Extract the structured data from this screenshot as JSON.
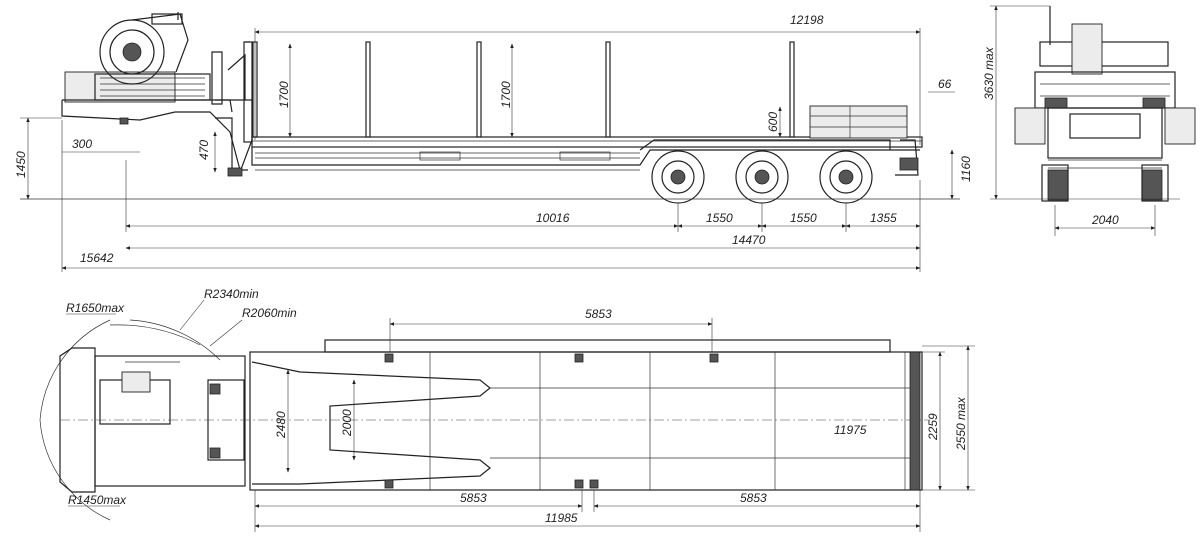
{
  "dimensions": {
    "side_view": {
      "overall_platform_length": "12198",
      "stake_height_front": "1700",
      "stake_height_mid": "1700",
      "rear_step": "66",
      "side_board_height": "600",
      "kingpin_height": "1450",
      "kingpin_offset": "300",
      "gooseneck_drop": "470",
      "deck_height": "1160",
      "kingpin_to_axle": "10016",
      "axle_spacing_1": "1550",
      "axle_spacing_2": "1550",
      "rear_overhang": "1355",
      "kingpin_to_rear": "14470",
      "total_length": "15642"
    },
    "rear_view": {
      "max_height": "3630 max",
      "track_width": "2040"
    },
    "top_view": {
      "turn_radius_1": "R1650max",
      "turn_radius_2": "R2340min",
      "turn_radius_3": "R2060min",
      "turn_radius_4": "R1450max",
      "stake_spacing_top": "5853",
      "neck_width": "2480",
      "inner_width": "2000",
      "deck_length": "11975",
      "deck_width": "2259",
      "max_width": "2550 max",
      "stake_spacing_bottom_1": "5853",
      "stake_spacing_bottom_2": "5853",
      "platform_length": "11985"
    }
  },
  "colors": {
    "line": "#222222",
    "background": "#ffffff"
  }
}
